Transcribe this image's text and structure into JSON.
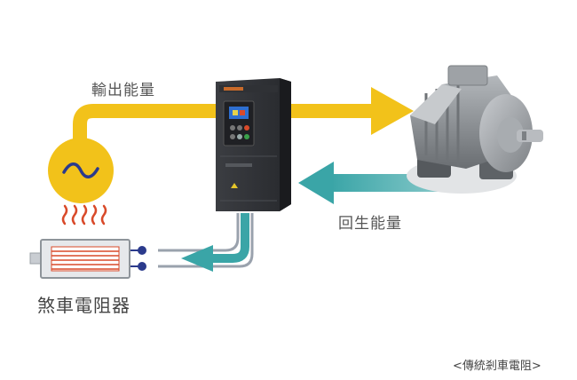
{
  "labels": {
    "output_energy": "輸出能量",
    "regen_energy": "回生能量",
    "brake_resistor": "煞車電阻器",
    "caption": "<傳統剎車電阻>"
  },
  "colors": {
    "output_flow": "#f2c21a",
    "regen_flow": "#3aa5a7",
    "source": "#f2c21a",
    "terminal": "#2b3a8c",
    "heat": "#d94a2a"
  },
  "icons": {
    "source": "ac-tilde-icon",
    "heat": "heat-waves-icon"
  }
}
